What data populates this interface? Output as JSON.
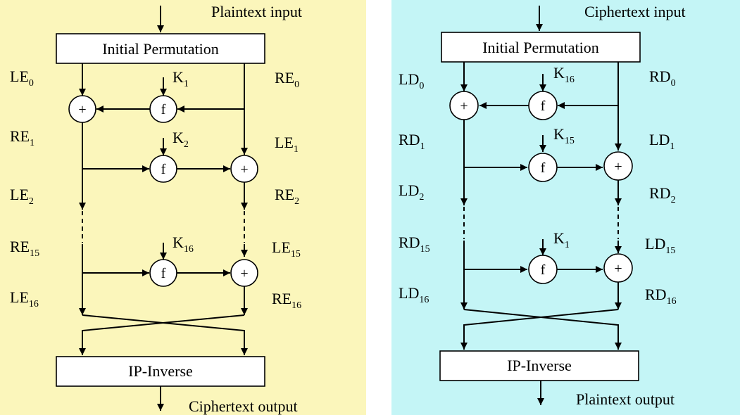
{
  "colors": {
    "left_bg": "#fbf6bb",
    "right_bg": "#c4f5f6",
    "stroke": "#000000"
  },
  "symbols": {
    "xor": "+",
    "f": "f"
  },
  "left": {
    "top_label": "Plaintext input",
    "initial_box": "Initial Permutation",
    "final_box": "IP-Inverse",
    "bottom_label": "Ciphertext output",
    "labels": [
      {
        "base": "LE",
        "sub": "0"
      },
      {
        "base": "RE",
        "sub": "0"
      },
      {
        "base": "RE",
        "sub": "1"
      },
      {
        "base": "LE",
        "sub": "1"
      },
      {
        "base": "LE",
        "sub": "2"
      },
      {
        "base": "RE",
        "sub": "2"
      },
      {
        "base": "RE",
        "sub": "15"
      },
      {
        "base": "LE",
        "sub": "15"
      },
      {
        "base": "LE",
        "sub": "16"
      },
      {
        "base": "RE",
        "sub": "16"
      }
    ],
    "keys": [
      {
        "base": "K",
        "sub": "1"
      },
      {
        "base": "K",
        "sub": "2"
      },
      {
        "base": "K",
        "sub": "16"
      }
    ]
  },
  "right": {
    "top_label": "Ciphertext input",
    "initial_box": "Initial Permutation",
    "final_box": "IP-Inverse",
    "bottom_label": "Plaintext output",
    "labels": [
      {
        "base": "LD",
        "sub": "0"
      },
      {
        "base": "RD",
        "sub": "0"
      },
      {
        "base": "RD",
        "sub": "1"
      },
      {
        "base": "LD",
        "sub": "1"
      },
      {
        "base": "LD",
        "sub": "2"
      },
      {
        "base": "RD",
        "sub": "2"
      },
      {
        "base": "RD",
        "sub": "15"
      },
      {
        "base": "LD",
        "sub": "15"
      },
      {
        "base": "LD",
        "sub": "16"
      },
      {
        "base": "RD",
        "sub": "16"
      }
    ],
    "keys": [
      {
        "base": "K",
        "sub": "16"
      },
      {
        "base": "K",
        "sub": "15"
      },
      {
        "base": "K",
        "sub": "1"
      }
    ]
  }
}
